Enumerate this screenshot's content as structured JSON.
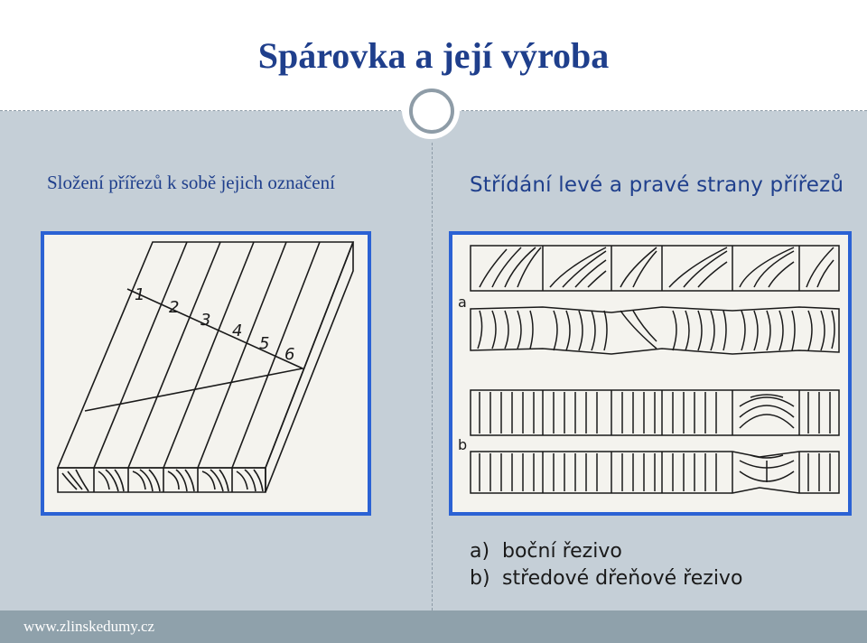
{
  "title": "Spárovka a její výroba",
  "left_subtitle": "Složení přířezů k sobě jejich označení",
  "right_subtitle": "Střídání levé a pravé strany přířezů",
  "left_figure": {
    "board_numbers": [
      "1",
      "2",
      "3",
      "4",
      "5",
      "6"
    ]
  },
  "right_figure": {
    "row_labels": [
      "a",
      "b"
    ]
  },
  "legend": {
    "items": [
      {
        "key": "a)",
        "text": "boční řezivo"
      },
      {
        "key": "b)",
        "text": "středové dřeňové řezivo"
      }
    ]
  },
  "footer": {
    "website": "www.zlinskedumy.cz"
  },
  "colors": {
    "title": "#1f3f8c",
    "frame_border": "#2b62d4",
    "background": "#c5cfd7",
    "footer_bar": "#8fa1ab"
  }
}
